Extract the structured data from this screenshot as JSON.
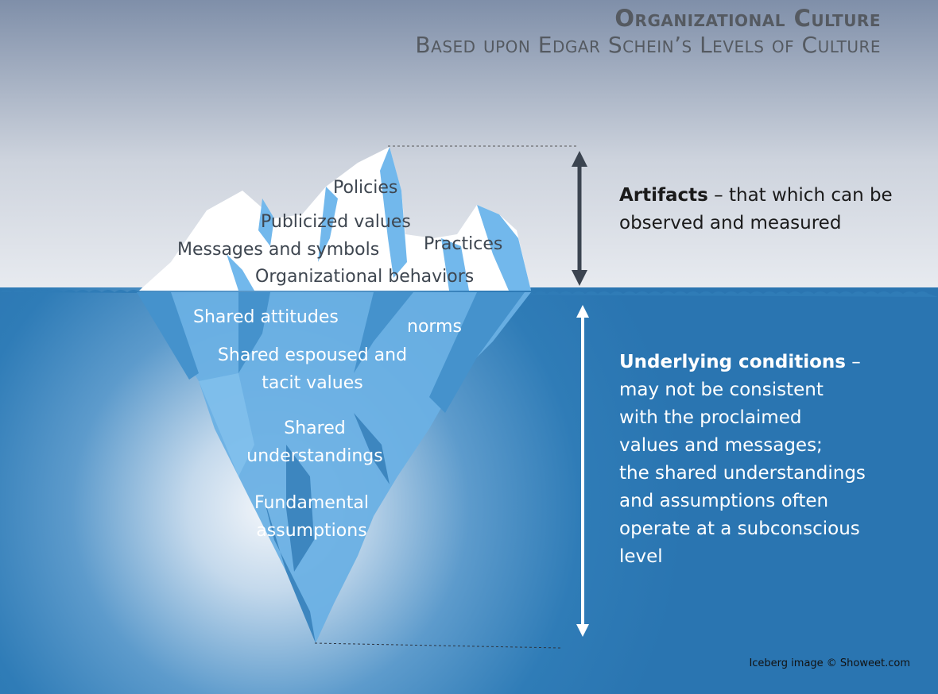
{
  "title": {
    "line1": "Organizational Culture",
    "line2": "Based upon Edgar Schein’s Levels of Culture"
  },
  "above_water": {
    "policies": "Policies",
    "publicized_values": "Publicized values",
    "messages_symbols": "Messages and symbols",
    "practices": "Practices",
    "org_behaviors": "Organizational behaviors"
  },
  "below_water": {
    "shared_attitudes": "Shared attitudes",
    "norms": "norms",
    "espoused_line1": "Shared espoused and",
    "espoused_line2": "tacit values",
    "understand_line1": "Shared",
    "understand_line2": "understandings",
    "fundamental_line1": "Fundamental",
    "fundamental_line2": "assumptions"
  },
  "artifacts": {
    "heading": "Artifacts",
    "line1_rest": " – that which can be",
    "line2": "observed and measured"
  },
  "underlying": {
    "heading": "Underlying conditions",
    "dash": " –",
    "lines": [
      "may not be consistent",
      "with the proclaimed",
      "values and messages;",
      "the shared understandings",
      "and assumptions often",
      "operate at a subconscious",
      "level"
    ]
  },
  "credit": "Iceberg image © Showeet.com",
  "colors": {
    "sky_top": "#7f8fa9",
    "sky_bottom": "#e7eaf0",
    "water": "#2e7db9",
    "water_glow": "#f4f7fb",
    "ice_above": "#ffffff",
    "ice_facet": "#6fb6ea",
    "ice_below": "#69b0e4",
    "ice_shadow": "#2f79b1",
    "arrow_dark": "#3b4450",
    "arrow_light": "#ffffff"
  }
}
